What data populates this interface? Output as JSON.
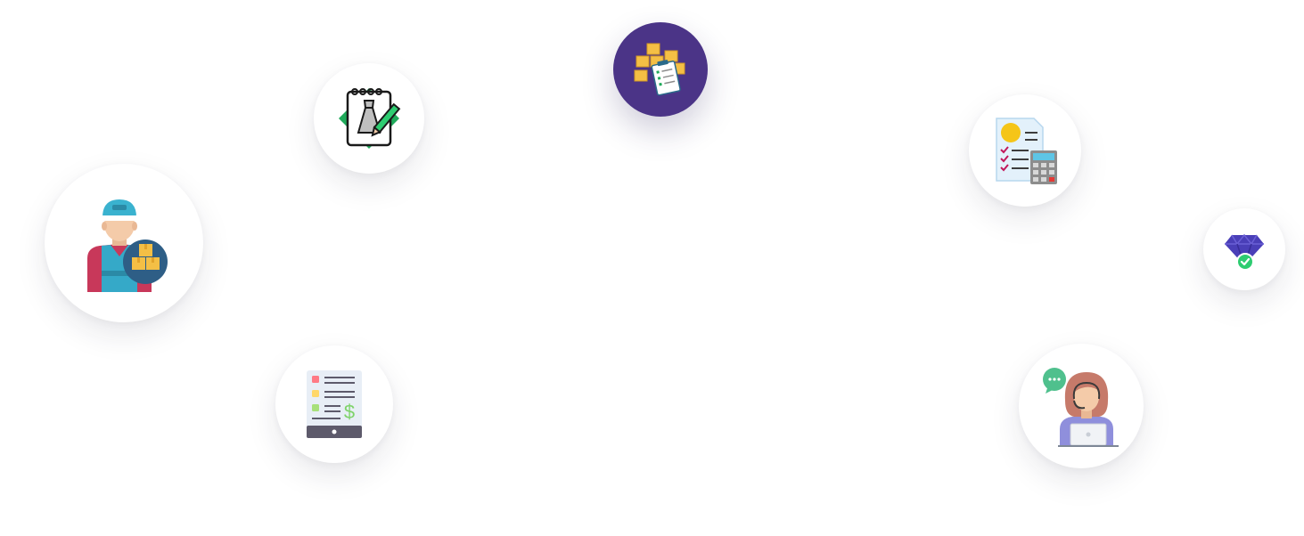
{
  "icons": [
    {
      "id": "courier",
      "name": "delivery-courier-icon"
    },
    {
      "id": "design",
      "name": "dress-design-notepad-icon"
    },
    {
      "id": "boxes",
      "name": "inventory-boxes-checklist-icon"
    },
    {
      "id": "invoice",
      "name": "invoice-calculator-icon"
    },
    {
      "id": "gem",
      "name": "verified-gem-icon"
    },
    {
      "id": "tablet",
      "name": "price-list-tablet-icon"
    },
    {
      "id": "support",
      "name": "customer-support-agent-icon"
    }
  ],
  "colors": {
    "primary_purple": "#4b3487",
    "accent_green": "#1faa5a",
    "box_yellow": "#f4bf45",
    "cap_teal": "#3ab2cf",
    "gem_blue": "#4a3fb8"
  }
}
